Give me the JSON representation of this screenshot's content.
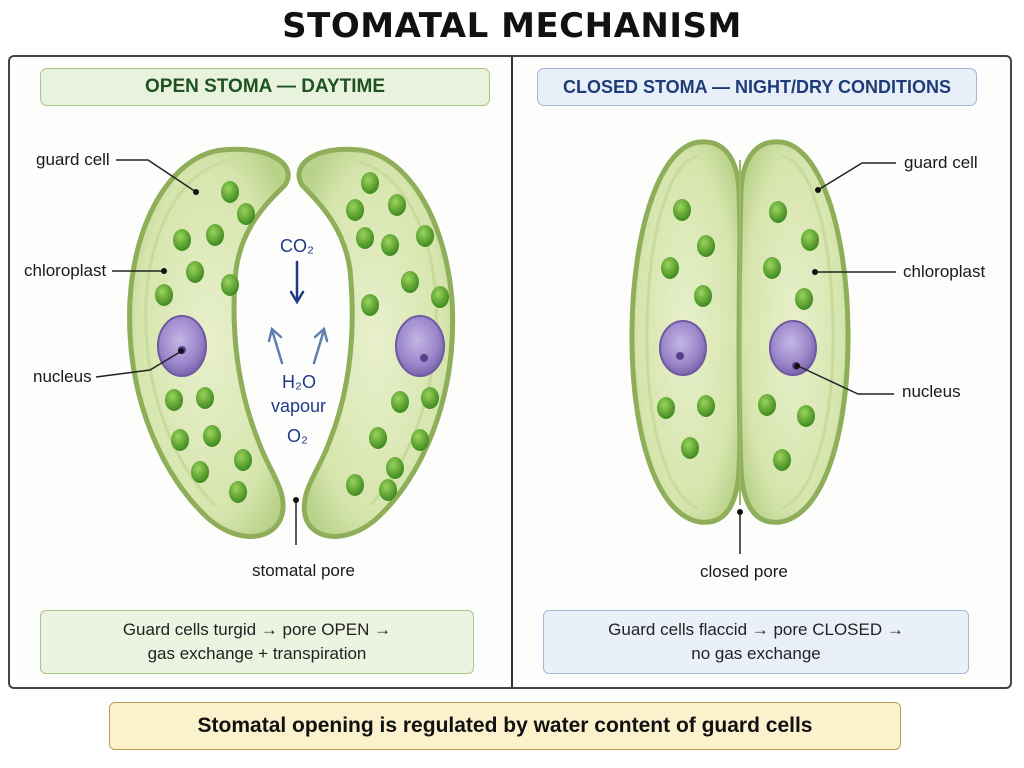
{
  "title": "STOMATAL MECHANISM",
  "open_panel": {
    "heading": "OPEN STOMA — DAYTIME",
    "labels": {
      "guard_cell": "guard cell",
      "chloroplast": "chloroplast",
      "nucleus": "nucleus",
      "pore": "stomatal pore"
    },
    "gases": {
      "co2": "CO₂",
      "h2o": "H₂O",
      "vapour": "vapour",
      "o2": "O₂"
    },
    "note_line1": "Guard cells turgid → pore OPEN →",
    "note_line2": "gas exchange + transpiration"
  },
  "closed_panel": {
    "heading": "CLOSED STOMA — NIGHT/DRY CONDITIONS",
    "labels": {
      "guard_cell": "guard cell",
      "chloroplast": "chloroplast",
      "nucleus": "nucleus",
      "pore": "closed pore"
    },
    "note_line1": "Guard cells flaccid → pore CLOSED →",
    "note_line2": "no gas exchange"
  },
  "footer": "Stomatal opening is regulated by water content of guard cells",
  "colors": {
    "cell_fill": "#dde9b9",
    "cell_edge": "#8fae5a",
    "chloroplast": "#5ea82e",
    "nucleus": "#9b86c9",
    "gas_text": "#1f3a8a"
  }
}
